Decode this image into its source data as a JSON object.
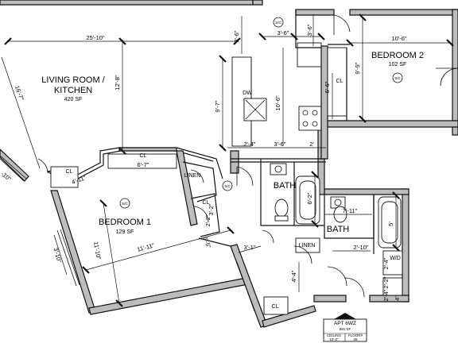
{
  "rooms": {
    "living": {
      "name_line1": "LIVING ROOM /",
      "name_line2": "KITCHEN",
      "area": "420 SF"
    },
    "bedroom1": {
      "name": "BEDROOM 1",
      "area": "129 SF"
    },
    "bedroom2": {
      "name": "BEDROOM 2",
      "area": "102 SF"
    },
    "bath1": {
      "name": "BATH"
    },
    "bath2": {
      "name": "BATH"
    },
    "linen1": {
      "name": "LINEN"
    },
    "linen2": {
      "name": "LINEN"
    }
  },
  "closets": {
    "cl_bed2": "CL",
    "cl_bed1_top": "CL",
    "cl_bed1_left": "CL",
    "cl_bed1_right": "CL",
    "cl_hall": "CL",
    "wd": "W/D"
  },
  "fixtures": {
    "dishwasher": "DW"
  },
  "smoke_detector": "S/C",
  "dimensions": {
    "living_width": "25'-10\"",
    "living_diag": "16'-7\"",
    "living_height": "12'-8\"",
    "kitchen_top_a": "3'-6\"",
    "kitchen_top_b": "3'-6\"",
    "kitchen_top_c": "3'-6\"",
    "kitchen_mid": "10'-6\"",
    "kitchen_depth": "9'-7\"",
    "kitchen_bottom_a": "2'-4\"",
    "kitchen_bottom_b": "3'-6\"",
    "kitchen_bottom_c": "2'",
    "bed2_width": "10'-6\"",
    "bed2_height": "9'-9\"",
    "bed2_cl": "6'-6\"",
    "cl_top": "6'-7\"",
    "cl_left": "4'-11\"",
    "bed1_width": "11'-11\"",
    "bed1_height": "11'-10\"",
    "bed1_left": "3'-10\"",
    "bed1_cl_right": "3'-2\"",
    "bed1_cl_right2": "2'-2\"",
    "bed1_door": "6'-5\"",
    "bath1_height": "6'-2\"",
    "bath2_width": "7'-11\"",
    "bath2_height": "5'",
    "hall_a": "3'-1\"",
    "hall_b": "4'-4\"",
    "linen2_width": "2'-10\"",
    "wd_a": "2'-4\"",
    "wd_b": "2'-2\"",
    "wd_c": "4'",
    "wd_d": "2'-4\"",
    "edge_left": "-10\""
  },
  "title_block": {
    "apt": "APT 6WZ",
    "area": "981 SF",
    "ceiling_label": "CEILING",
    "ceiling_value": "10'-0\"",
    "floor_label": "FLOOR#",
    "floor_value": "06"
  }
}
